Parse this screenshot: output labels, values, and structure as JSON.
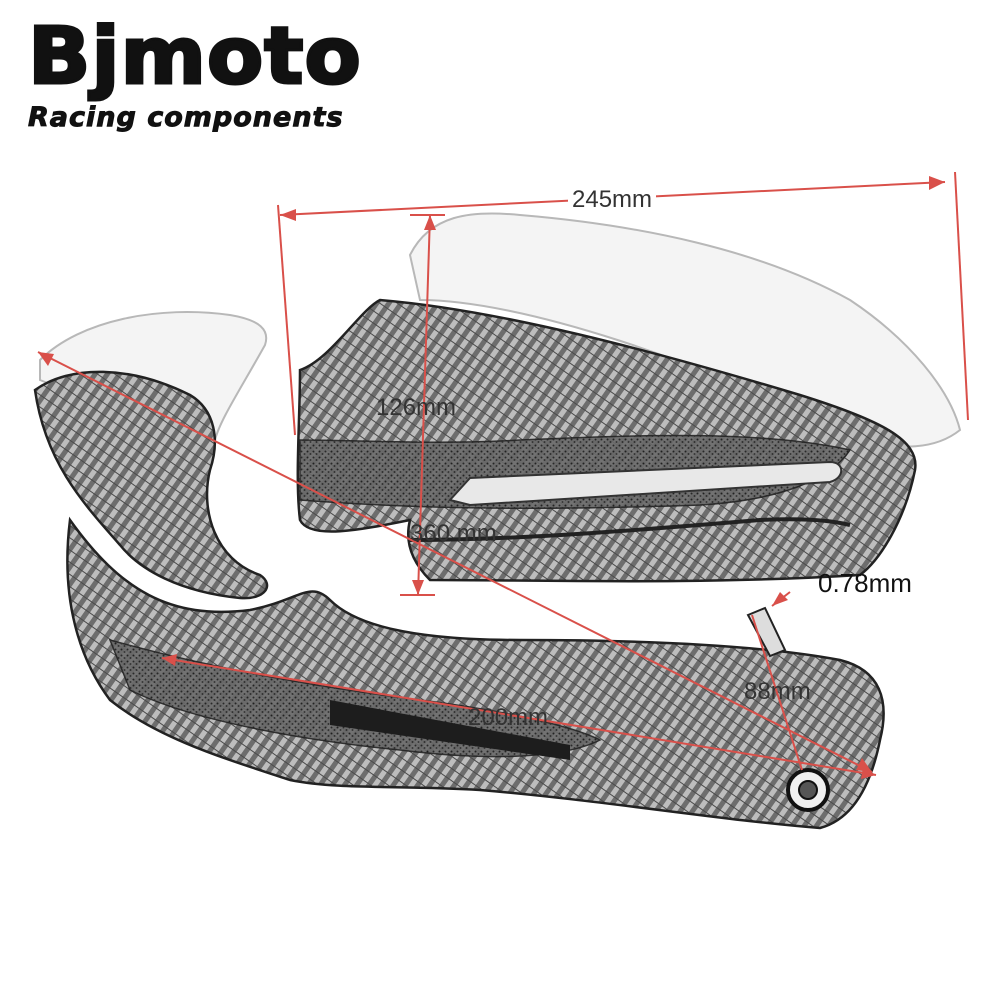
{
  "brand": {
    "name": "Bjmoto",
    "tagline": "Racing components"
  },
  "dimensions": {
    "width": "245mm",
    "height": "126mm",
    "diagonal": "360 mm",
    "thickness": "0.78mm",
    "clamp": "88mm",
    "bar_length": "200mm"
  },
  "colors": {
    "dimension_line": "#d9504a",
    "carbon_dark": "#3a3a3a",
    "carbon_light": "#9a9a9a"
  }
}
